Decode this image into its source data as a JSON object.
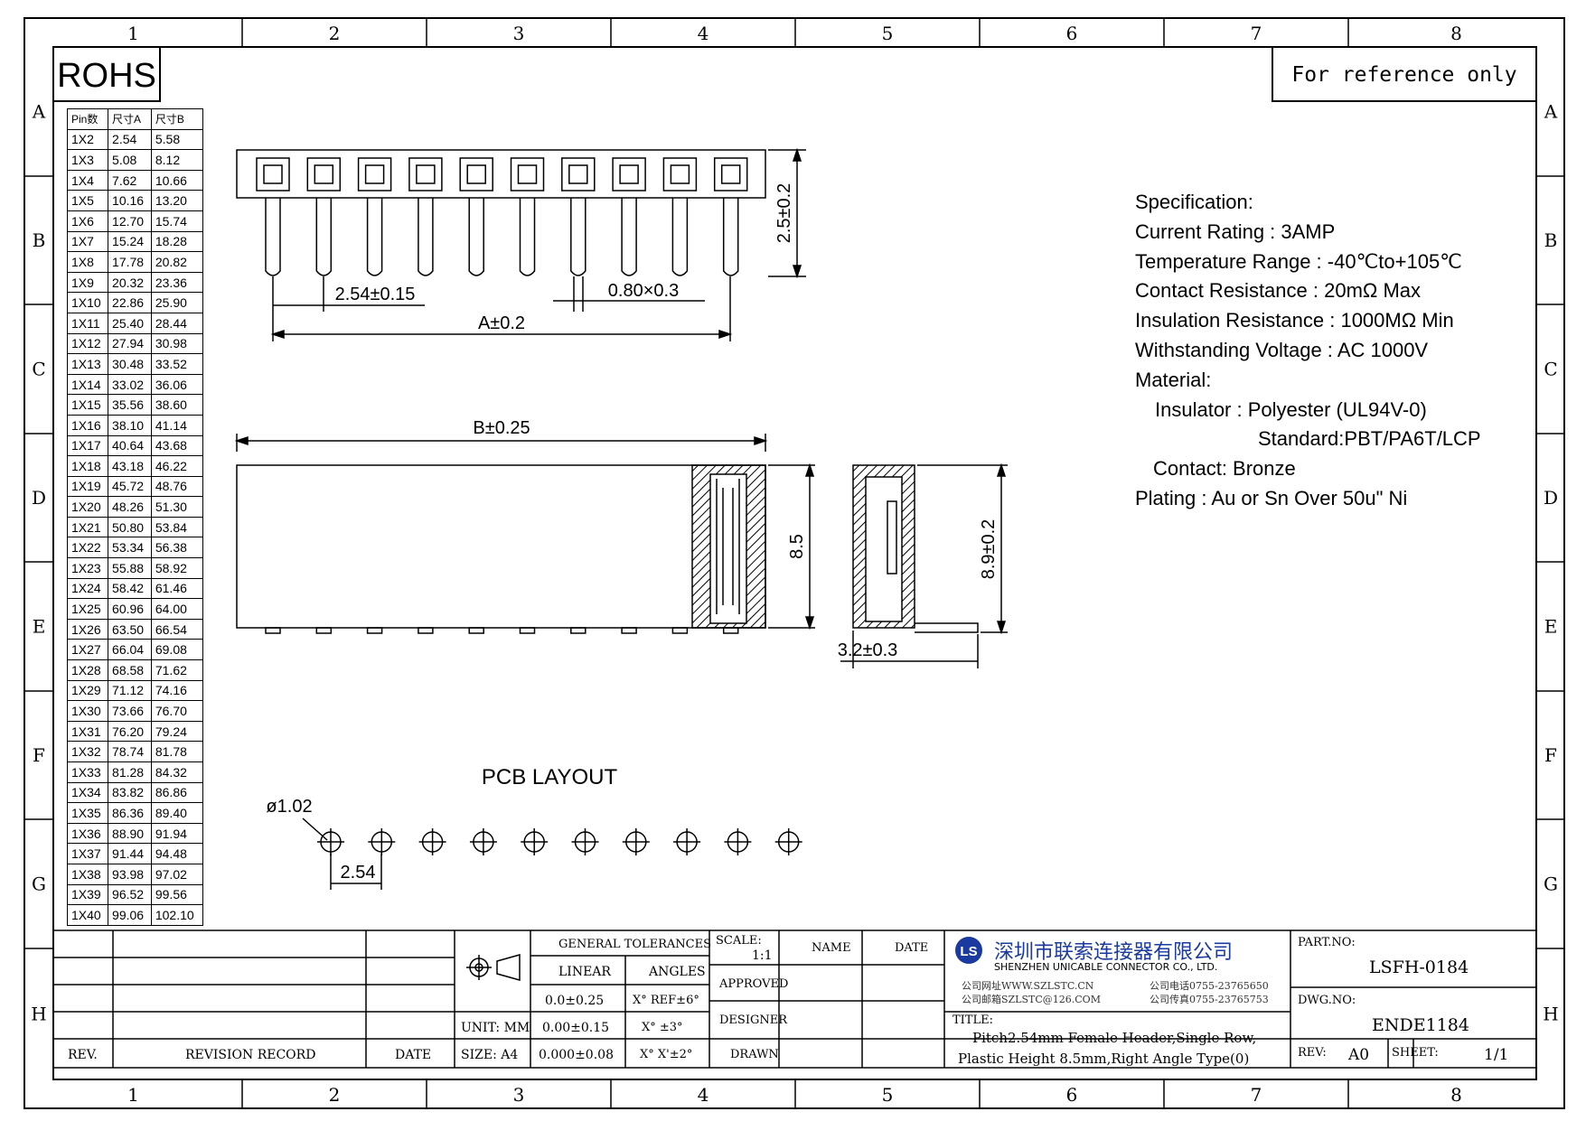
{
  "header": {
    "rohs": "ROHS",
    "reference_note": "For reference only",
    "columns": [
      "1",
      "2",
      "3",
      "4",
      "5",
      "6",
      "7",
      "8"
    ],
    "rows": [
      "A",
      "B",
      "C",
      "D",
      "E",
      "F",
      "G",
      "H"
    ]
  },
  "pin_table": {
    "headers": [
      "Pin数",
      "尺寸A",
      "尺寸B"
    ],
    "rows": [
      [
        "1X2",
        "2.54",
        "5.58"
      ],
      [
        "1X3",
        "5.08",
        "8.12"
      ],
      [
        "1X4",
        "7.62",
        "10.66"
      ],
      [
        "1X5",
        "10.16",
        "13.20"
      ],
      [
        "1X6",
        "12.70",
        "15.74"
      ],
      [
        "1X7",
        "15.24",
        "18.28"
      ],
      [
        "1X8",
        "17.78",
        "20.82"
      ],
      [
        "1X9",
        "20.32",
        "23.36"
      ],
      [
        "1X10",
        "22.86",
        "25.90"
      ],
      [
        "1X11",
        "25.40",
        "28.44"
      ],
      [
        "1X12",
        "27.94",
        "30.98"
      ],
      [
        "1X13",
        "30.48",
        "33.52"
      ],
      [
        "1X14",
        "33.02",
        "36.06"
      ],
      [
        "1X15",
        "35.56",
        "38.60"
      ],
      [
        "1X16",
        "38.10",
        "41.14"
      ],
      [
        "1X17",
        "40.64",
        "43.68"
      ],
      [
        "1X18",
        "43.18",
        "46.22"
      ],
      [
        "1X19",
        "45.72",
        "48.76"
      ],
      [
        "1X20",
        "48.26",
        "51.30"
      ],
      [
        "1X21",
        "50.80",
        "53.84"
      ],
      [
        "1X22",
        "53.34",
        "56.38"
      ],
      [
        "1X23",
        "55.88",
        "58.92"
      ],
      [
        "1X24",
        "58.42",
        "61.46"
      ],
      [
        "1X25",
        "60.96",
        "64.00"
      ],
      [
        "1X26",
        "63.50",
        "66.54"
      ],
      [
        "1X27",
        "66.04",
        "69.08"
      ],
      [
        "1X28",
        "68.58",
        "71.62"
      ],
      [
        "1X29",
        "71.12",
        "74.16"
      ],
      [
        "1X30",
        "73.66",
        "76.70"
      ],
      [
        "1X31",
        "76.20",
        "79.24"
      ],
      [
        "1X32",
        "78.74",
        "81.78"
      ],
      [
        "1X33",
        "81.28",
        "84.32"
      ],
      [
        "1X34",
        "83.82",
        "86.86"
      ],
      [
        "1X35",
        "86.36",
        "89.40"
      ],
      [
        "1X36",
        "88.90",
        "91.94"
      ],
      [
        "1X37",
        "91.44",
        "94.48"
      ],
      [
        "1X38",
        "93.98",
        "97.02"
      ],
      [
        "1X39",
        "96.52",
        "99.56"
      ],
      [
        "1X40",
        "99.06",
        "102.10"
      ]
    ]
  },
  "dimensions": {
    "pitch": "2.54±0.15",
    "pin_size": "0.80×0.3",
    "dim_a": "A±0.2",
    "dim_b": "B±0.25",
    "pin_length": "2.5±0.2",
    "body_height": "8.5",
    "overall_height": "8.9±0.2",
    "foot": "3.2±0.3",
    "pcb_title": "PCB LAYOUT",
    "hole_diameter": "ø1.02",
    "pcb_pitch": "2.54"
  },
  "specification": {
    "lines": [
      "Specification:",
      "Current Rating : 3AMP",
      "Temperature Range : -40℃to+105℃",
      "Contact Resistance : 20mΩ Max",
      "Insulation Resistance : 1000MΩ Min",
      "Withstanding Voltage : AC 1000V",
      "Material:",
      "Insulator : Polyester (UL94V-0)",
      "Standard:PBT/PA6T/LCP",
      "Contact: Bronze",
      "Plating : Au or Sn Over 50u\" Ni"
    ]
  },
  "title_block": {
    "rev_label": "REV.",
    "revision_record_label": "REVISION RECORD",
    "date_label": "DATE",
    "unit": "UNIT: MM",
    "size": "SIZE: A4",
    "general_tolerances": "GENERAL TOLERANCES",
    "linear": "LINEAR",
    "angles": "ANGLES",
    "tol_linear": [
      "0.0±0.25",
      "0.00±0.15",
      "0.000±0.08"
    ],
    "tol_angles": [
      "X° REF±6°",
      "X° ±3°",
      "X° X'±2°"
    ],
    "scale_label": "SCALE:",
    "scale_value": "1:1",
    "name_label": "NAME",
    "date_col_label": "DATE",
    "approved": "APPROVED",
    "designer": "DESIGNER",
    "drawn": "DRAWN",
    "company_logo": "LS",
    "company_cn": "深圳市联索连接器有限公司",
    "company_en": "SHENZHEN UNICABLE CONNECTOR CO., LTD.",
    "website": "公司网址WWW.SZLSTC.CN",
    "email": "公司邮箱SZLSTC@126.COM",
    "phone": "公司电话0755-23765650",
    "fax": "公司传真0755-23765753",
    "title_label": "TITLE:",
    "title_line1": "Pitch2.54mm Female Header,Single Row,",
    "title_line2": "Plastic Height 8.5mm,Right Angle Type(0)",
    "part_no_label": "PART.NO:",
    "part_no": "LSFH-0184",
    "dwg_no_label": "DWG.NO:",
    "dwg_no": "ENDE1184",
    "rev_value_label": "REV:",
    "rev_value": "A0",
    "sheet_label": "SHEET:",
    "sheet_value": "1/1"
  }
}
